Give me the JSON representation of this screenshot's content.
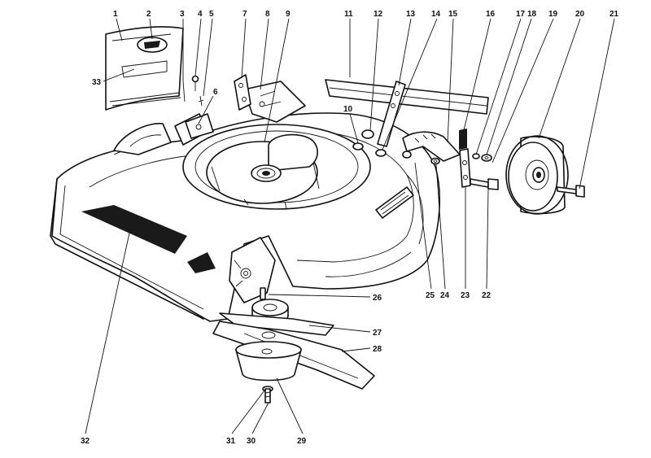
{
  "diagram": {
    "callouts": [
      {
        "id": "1",
        "label": "1"
      },
      {
        "id": "2",
        "label": "2"
      },
      {
        "id": "3",
        "label": "3"
      },
      {
        "id": "4",
        "label": "4"
      },
      {
        "id": "5",
        "label": "5"
      },
      {
        "id": "6",
        "label": "6"
      },
      {
        "id": "7",
        "label": "7"
      },
      {
        "id": "8",
        "label": "8"
      },
      {
        "id": "9",
        "label": "9"
      },
      {
        "id": "10",
        "label": "10"
      },
      {
        "id": "11",
        "label": "11"
      },
      {
        "id": "12",
        "label": "12"
      },
      {
        "id": "13",
        "label": "13"
      },
      {
        "id": "14",
        "label": "14"
      },
      {
        "id": "15",
        "label": "15"
      },
      {
        "id": "16",
        "label": "16"
      },
      {
        "id": "17",
        "label": "17"
      },
      {
        "id": "18",
        "label": "18"
      },
      {
        "id": "19",
        "label": "19"
      },
      {
        "id": "20",
        "label": "20"
      },
      {
        "id": "21",
        "label": "21"
      },
      {
        "id": "22",
        "label": "22"
      },
      {
        "id": "23",
        "label": "23"
      },
      {
        "id": "24",
        "label": "24"
      },
      {
        "id": "25",
        "label": "25"
      },
      {
        "id": "26",
        "label": "26"
      },
      {
        "id": "27",
        "label": "27"
      },
      {
        "id": "28",
        "label": "28"
      },
      {
        "id": "29",
        "label": "29"
      },
      {
        "id": "30",
        "label": "30"
      },
      {
        "id": "31",
        "label": "31"
      },
      {
        "id": "32",
        "label": "32"
      },
      {
        "id": "33",
        "label": "33"
      }
    ]
  },
  "colors": {
    "ink": "#111111",
    "background": "#ffffff",
    "decal": "#1a1a1a"
  }
}
